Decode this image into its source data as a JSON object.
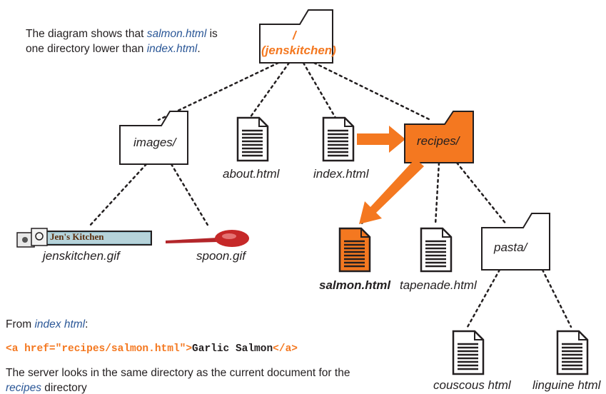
{
  "intro": {
    "prefix": "The diagram shows that ",
    "file1": "salmon.html",
    "mid": " is",
    "line2_prefix": "one directory lower than ",
    "file2": "index.html",
    "suffix": "."
  },
  "nodes": {
    "root_slash": "/",
    "root_name": "(jenskitchen)",
    "images": "images/",
    "about": "about.html",
    "index": "index.html",
    "recipes": "recipes/",
    "jenskitchen_gif": "jenskitchen.gif",
    "spoon_gif": "spoon.gif",
    "salmon": "salmon.html",
    "tapenade": "tapenade.html",
    "pasta": "pasta/",
    "couscous": "couscous html",
    "linguine": "linguine html"
  },
  "logo_text": "Jen's Kitchen",
  "from": {
    "prefix": "From ",
    "link": "index html",
    "suffix": ":"
  },
  "code": {
    "open": "<a href=\"recipes/salmon.html\">",
    "text": "Garlic Salmon",
    "close": "</a>"
  },
  "explanation": {
    "line1": "The server looks in the same directory as the current document for the",
    "link": "recipes",
    "line2_suffix": " directory"
  },
  "colors": {
    "accent": "#f47820",
    "link": "#2b5797",
    "ink": "#231f20"
  }
}
